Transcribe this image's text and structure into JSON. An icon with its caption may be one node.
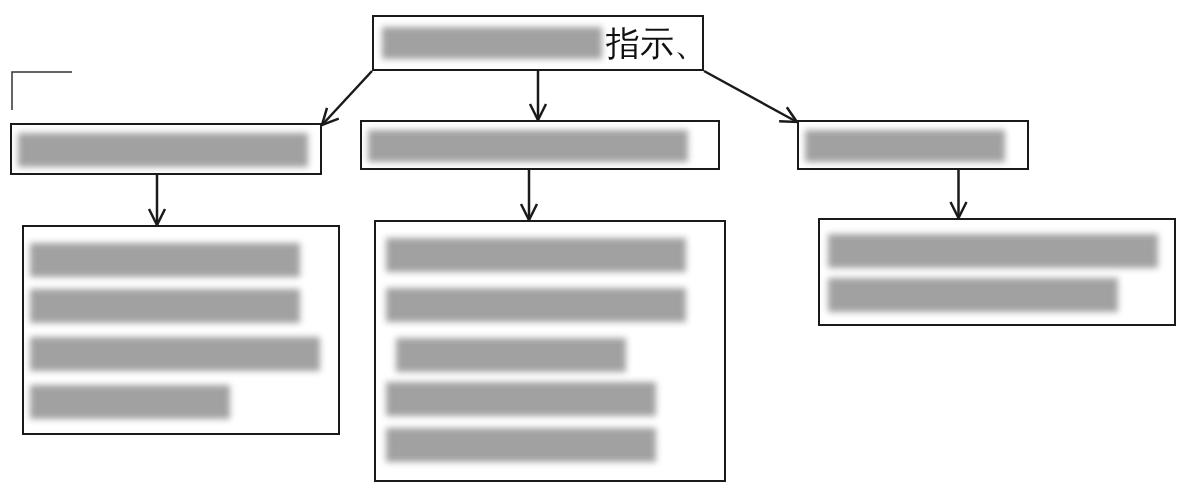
{
  "diagram": {
    "nodes": [
      {
        "text": [
          "指示、"
        ]
      },
      {
        "text": [],
        "shape": "box"
      },
      {
        "text": [],
        "shape": "box"
      },
      {
        "text": [],
        "shape": "box"
      },
      {
        "text": [],
        "shape": "box"
      },
      {
        "text": [],
        "shape": "box"
      },
      {
        "text": [],
        "shape": "box"
      }
    ],
    "edges": [
      {
        "from": 0,
        "to": 1,
        "arrow": "to"
      },
      {
        "from": 0,
        "to": 2,
        "arrow": "to"
      },
      {
        "from": 0,
        "to": 3,
        "arrow": "to"
      },
      {
        "from": 1,
        "to": 4,
        "arrow": "to"
      },
      {
        "from": 2,
        "to": 5,
        "arrow": "to"
      },
      {
        "from": 3,
        "to": 6,
        "arrow": "to"
      }
    ]
  }
}
